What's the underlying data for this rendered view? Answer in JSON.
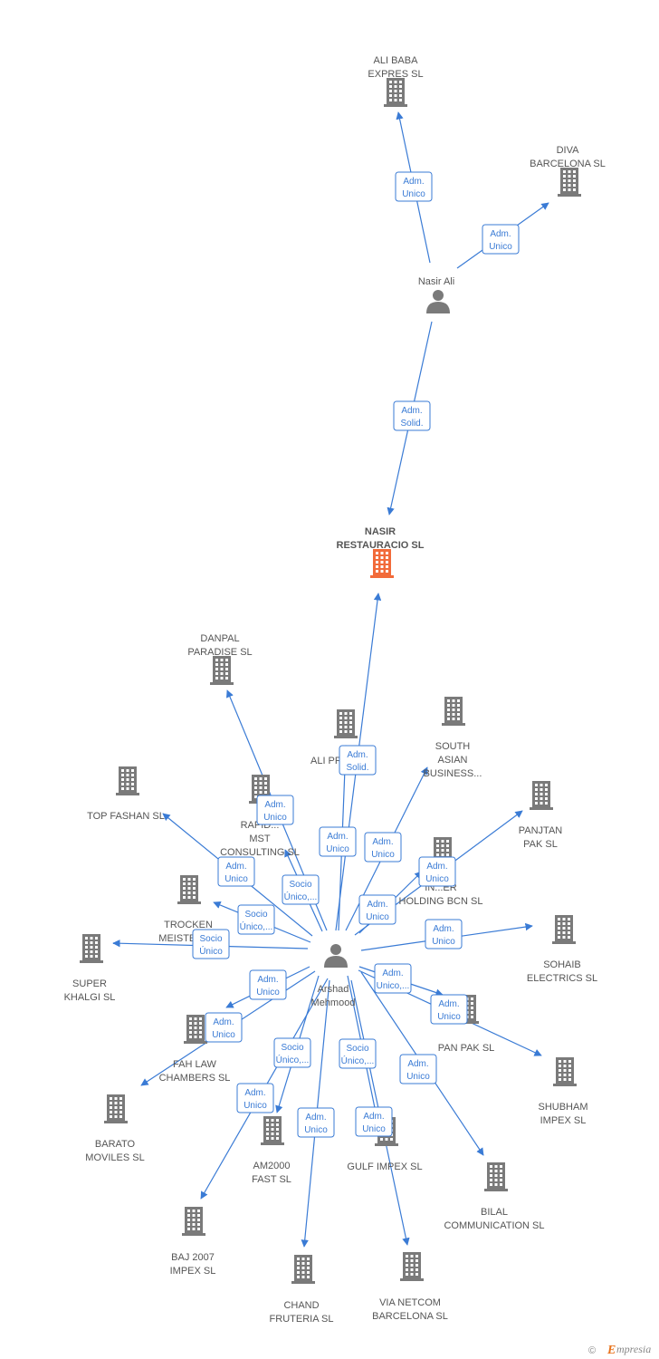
{
  "colors": {
    "edge": "#3a7bd5",
    "node": "#7a7a7a",
    "focus": "#f26b3a"
  },
  "nodes": [
    {
      "id": "alibaba",
      "type": "company",
      "lines": [
        "ALI BABA",
        "EXPRES SL"
      ]
    },
    {
      "id": "diva",
      "type": "company",
      "lines": [
        "DIVA",
        "BARCELONA SL"
      ]
    },
    {
      "id": "nasirali",
      "type": "person",
      "lines": [
        "Nasir Ali"
      ]
    },
    {
      "id": "nasir",
      "type": "company",
      "focus": true,
      "lines": [
        "NASIR",
        "RESTAURACIO SL"
      ]
    },
    {
      "id": "danpal",
      "type": "company",
      "lines": [
        "DANPAL",
        "PARADISE SL"
      ]
    },
    {
      "id": "alipr",
      "type": "company",
      "lines": [
        "ALI PR..."
      ]
    },
    {
      "id": "south",
      "type": "company",
      "lines": [
        "SOUTH",
        "ASIAN",
        "BUSINESS..."
      ]
    },
    {
      "id": "topfashan",
      "type": "company",
      "lines": [
        "TOP FASHAN SL"
      ]
    },
    {
      "id": "rapid",
      "type": "company",
      "lines": [
        "RAPID...",
        "MST",
        "CONSULTING SL"
      ]
    },
    {
      "id": "panjtan",
      "type": "company",
      "lines": [
        "PANJTAN",
        "PAK SL"
      ]
    },
    {
      "id": "inmaster",
      "type": "company",
      "lines": [
        "IN...ER",
        "HOLDING BCN SL"
      ]
    },
    {
      "id": "trocken",
      "type": "company",
      "lines": [
        "TROCKEN",
        "MEISTER SL"
      ]
    },
    {
      "id": "sohaib",
      "type": "company",
      "lines": [
        "SOHAIB",
        "ELECTRICS SL"
      ]
    },
    {
      "id": "superkhalgi",
      "type": "company",
      "lines": [
        "SUPER",
        "KHALGI SL"
      ]
    },
    {
      "id": "arshad",
      "type": "person",
      "lines": [
        "Arshad",
        "Mehmood"
      ]
    },
    {
      "id": "panpak",
      "type": "company",
      "lines": [
        "PAN PAK SL"
      ]
    },
    {
      "id": "fahlaw",
      "type": "company",
      "lines": [
        "FAH LAW",
        "CHAMBERS SL"
      ]
    },
    {
      "id": "shubham",
      "type": "company",
      "lines": [
        "SHUBHAM",
        "IMPEX SL"
      ]
    },
    {
      "id": "barato",
      "type": "company",
      "lines": [
        "BARATO",
        "MOVILES SL"
      ]
    },
    {
      "id": "am2000",
      "type": "company",
      "lines": [
        "AM2000",
        "FAST  SL"
      ]
    },
    {
      "id": "gulf",
      "type": "company",
      "lines": [
        "GULF IMPEX SL"
      ]
    },
    {
      "id": "bilal",
      "type": "company",
      "lines": [
        "BILAL",
        "COMMUNICATION SL"
      ]
    },
    {
      "id": "baj",
      "type": "company",
      "lines": [
        "BAJ 2007",
        "IMPEX SL"
      ]
    },
    {
      "id": "chand",
      "type": "company",
      "lines": [
        "CHAND",
        "FRUTERIA SL"
      ]
    },
    {
      "id": "vianet",
      "type": "company",
      "lines": [
        "VIA NETCOM",
        "BARCELONA SL"
      ]
    }
  ],
  "edges": [
    {
      "from": "nasirali",
      "to": "alibaba",
      "label": [
        "Adm.",
        "Unico"
      ]
    },
    {
      "from": "nasirali",
      "to": "diva",
      "label": [
        "Adm.",
        "Unico"
      ]
    },
    {
      "from": "nasirali",
      "to": "nasir",
      "label": [
        "Adm.",
        "Solid."
      ]
    },
    {
      "from": "arshad",
      "to": "nasir",
      "label": [
        "Adm.",
        "Solid."
      ]
    },
    {
      "from": "arshad",
      "to": "danpal",
      "label": [
        "Adm.",
        "Unico"
      ]
    },
    {
      "from": "arshad",
      "to": "alipr",
      "label": [
        "Adm.",
        "Unico"
      ]
    },
    {
      "from": "arshad",
      "to": "south",
      "label": [
        "Adm.",
        "Unico"
      ]
    },
    {
      "from": "arshad",
      "to": "topfashan",
      "label": [
        "Adm.",
        "Unico"
      ]
    },
    {
      "from": "arshad",
      "to": "rapid",
      "label": [
        "Socio",
        "Único,..."
      ]
    },
    {
      "from": "arshad",
      "to": "panjtan",
      "label": [
        "Adm.",
        "Unico"
      ]
    },
    {
      "from": "arshad",
      "to": "inmaster",
      "label": [
        "Adm.",
        "Unico"
      ]
    },
    {
      "from": "arshad",
      "to": "trocken",
      "label": [
        "Socio",
        "Único,..."
      ]
    },
    {
      "from": "arshad",
      "to": "sohaib",
      "label": [
        "Adm.",
        "Unico"
      ]
    },
    {
      "from": "arshad",
      "to": "superkhalgi",
      "label": [
        "Socio",
        "Único"
      ]
    },
    {
      "from": "arshad",
      "to": "panpak",
      "label": [
        "Adm.",
        "Unico,..."
      ]
    },
    {
      "from": "arshad",
      "to": "fahlaw",
      "label": [
        "Adm.",
        "Unico"
      ]
    },
    {
      "from": "arshad",
      "to": "shubham",
      "label": [
        "Adm.",
        "Unico"
      ]
    },
    {
      "from": "arshad",
      "to": "barato",
      "label": [
        "Adm.",
        "Unico"
      ]
    },
    {
      "from": "arshad",
      "to": "am2000",
      "label": [
        "Socio",
        "Único,..."
      ]
    },
    {
      "from": "arshad",
      "to": "gulf",
      "label": [
        "Socio",
        "Único,..."
      ]
    },
    {
      "from": "arshad",
      "to": "bilal",
      "label": [
        "Adm.",
        "Unico"
      ]
    },
    {
      "from": "arshad",
      "to": "baj",
      "label": [
        "Adm.",
        "Unico"
      ]
    },
    {
      "from": "arshad",
      "to": "chand",
      "label": [
        "Adm.",
        "Unico"
      ]
    },
    {
      "from": "arshad",
      "to": "vianet",
      "label": [
        "Adm.",
        "Unico"
      ]
    }
  ],
  "footer": {
    "copyright": "©",
    "brand_initial": "E",
    "brand_rest": "mpresia"
  }
}
